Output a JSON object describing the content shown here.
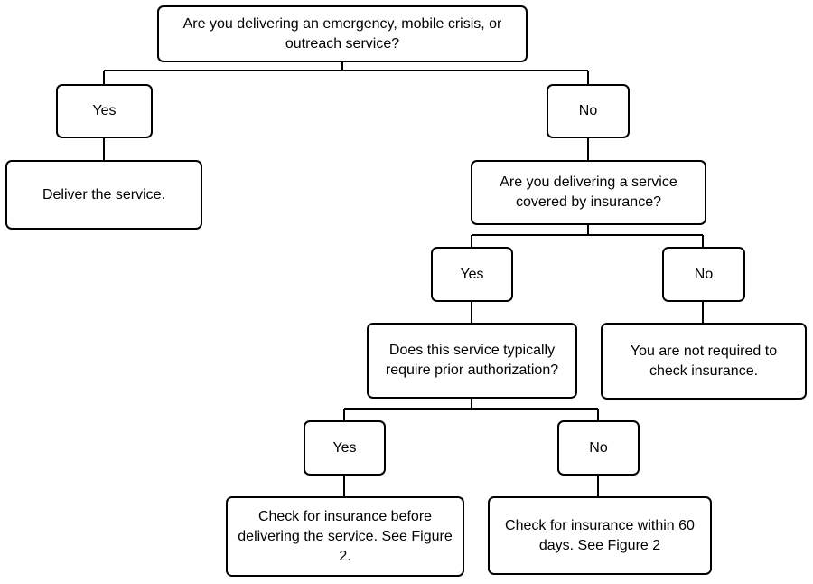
{
  "flowchart": {
    "q1": {
      "text": "Are you delivering an emergency, mobile crisis, or outreach service?"
    },
    "q1_yes": {
      "text": "Yes"
    },
    "q1_no": {
      "text": "No"
    },
    "deliver": {
      "text": "Deliver the service."
    },
    "q2": {
      "text": "Are you delivering a service covered by insurance?"
    },
    "q2_yes": {
      "text": "Yes"
    },
    "q2_no": {
      "text": "No"
    },
    "not_required": {
      "text": "You are not required to check insurance."
    },
    "q3": {
      "text": "Does this service typically require prior authorization?"
    },
    "q3_yes": {
      "text": "Yes"
    },
    "q3_no": {
      "text": "No"
    },
    "check_before": {
      "text": "Check for insurance before delivering the service. See Figure 2."
    },
    "check_within": {
      "text": "Check for insurance within 60 days. See Figure 2"
    }
  }
}
